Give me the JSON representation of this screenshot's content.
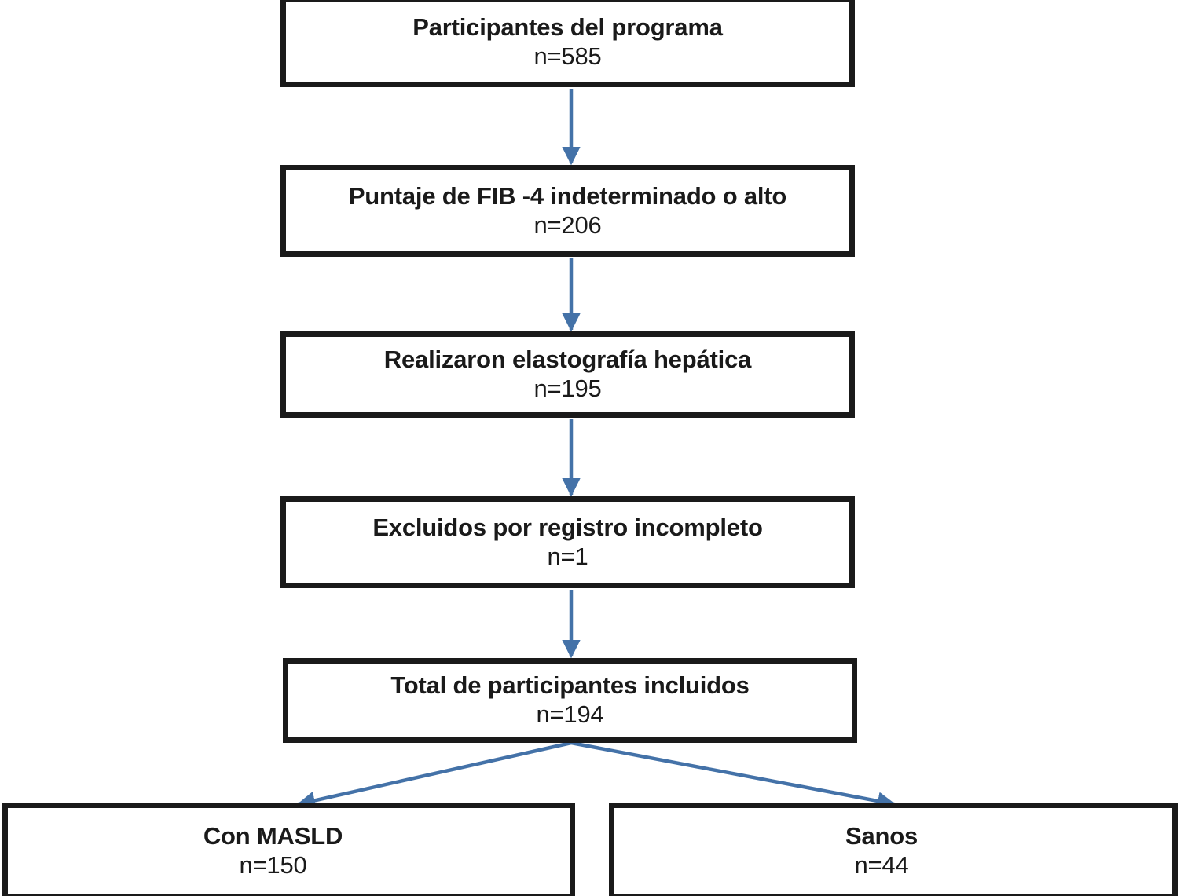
{
  "diagram": {
    "type": "flowchart",
    "language": "es",
    "accent_color": "#4472a8",
    "box_border_color": "#1a1a1a",
    "background_color": "#ffffff",
    "nodes": [
      {
        "id": "participantes",
        "title": "Participantes del programa",
        "count": "n=585"
      },
      {
        "id": "fib4",
        "title": "Puntaje de FIB -4 indeterminado o alto",
        "count": "n=206"
      },
      {
        "id": "elastografia",
        "title": "Realizaron elastografía hepática",
        "count": "n=195"
      },
      {
        "id": "excluidos",
        "title": "Excluidos por registro incompleto",
        "count": "n=1"
      },
      {
        "id": "total",
        "title": "Total de participantes incluidos",
        "count": "n=194"
      },
      {
        "id": "masld",
        "title": "Con MASLD",
        "count": "n=150"
      },
      {
        "id": "sanos",
        "title": "Sanos",
        "count": "n=44"
      }
    ],
    "connectors": [
      {
        "from": "participantes",
        "to": "fib4",
        "shape": "vertical-arrow"
      },
      {
        "from": "fib4",
        "to": "elastografia",
        "shape": "vertical-arrow"
      },
      {
        "from": "elastografia",
        "to": "excluidos",
        "shape": "vertical-arrow"
      },
      {
        "from": "excluidos",
        "to": "total",
        "shape": "vertical-arrow"
      },
      {
        "from": "total",
        "to": "masld",
        "shape": "diagonal-arrow-left"
      },
      {
        "from": "total",
        "to": "sanos",
        "shape": "diagonal-arrow-right"
      }
    ]
  }
}
